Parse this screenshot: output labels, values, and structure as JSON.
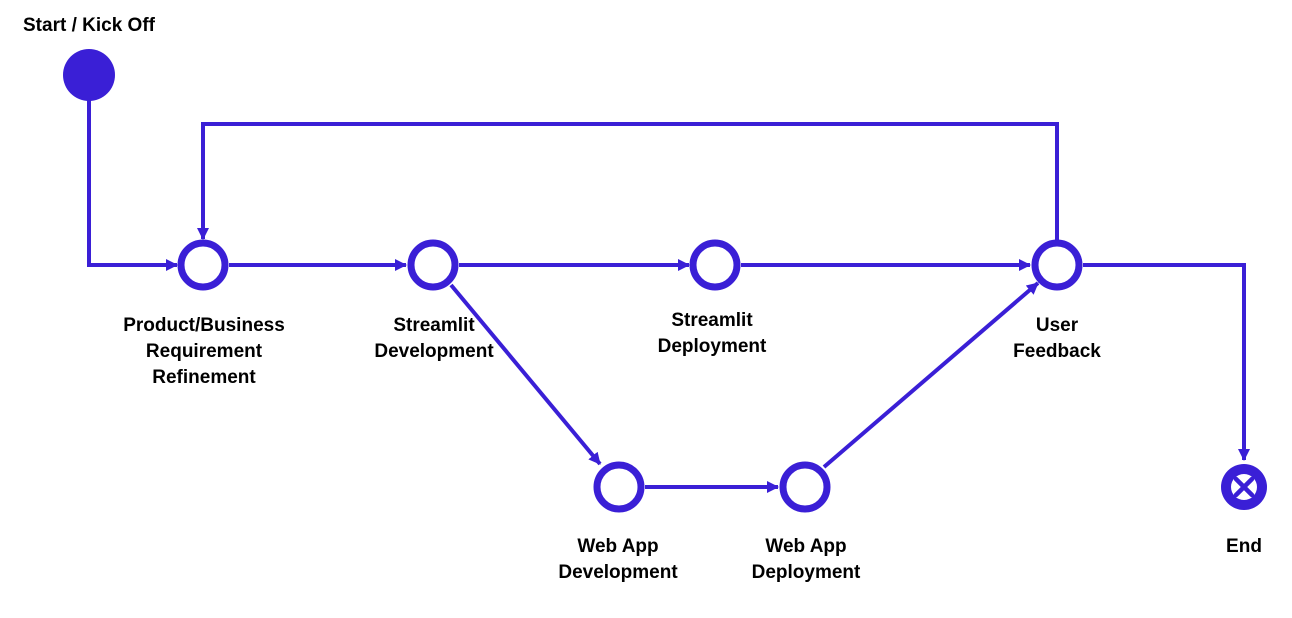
{
  "diagram": {
    "accent_color": "#3a1fd6",
    "nodes": {
      "start": {
        "label": [
          "Start / Kick Off"
        ],
        "shape": "filled-circle"
      },
      "requirement": {
        "label": [
          "Product/Business",
          "Requirement",
          "Refinement"
        ],
        "shape": "ring"
      },
      "streamlit_dev": {
        "label": [
          "Streamlit",
          "Development"
        ],
        "shape": "ring"
      },
      "streamlit_deploy": {
        "label": [
          "Streamlit",
          "Deployment"
        ],
        "shape": "ring"
      },
      "user_feedback": {
        "label": [
          "User",
          "Feedback"
        ],
        "shape": "ring"
      },
      "webapp_dev": {
        "label": [
          "Web App",
          "Development"
        ],
        "shape": "ring"
      },
      "webapp_deploy": {
        "label": [
          "Web App",
          "Deployment"
        ],
        "shape": "ring"
      },
      "end": {
        "label": [
          "End"
        ],
        "shape": "x-circle"
      }
    },
    "edges": [
      {
        "from": "start",
        "to": "requirement"
      },
      {
        "from": "requirement",
        "to": "streamlit_dev"
      },
      {
        "from": "streamlit_dev",
        "to": "streamlit_deploy"
      },
      {
        "from": "streamlit_deploy",
        "to": "user_feedback"
      },
      {
        "from": "streamlit_dev",
        "to": "webapp_dev"
      },
      {
        "from": "webapp_dev",
        "to": "webapp_deploy"
      },
      {
        "from": "webapp_deploy",
        "to": "user_feedback"
      },
      {
        "from": "user_feedback",
        "to": "requirement"
      },
      {
        "from": "user_feedback",
        "to": "end"
      }
    ]
  }
}
